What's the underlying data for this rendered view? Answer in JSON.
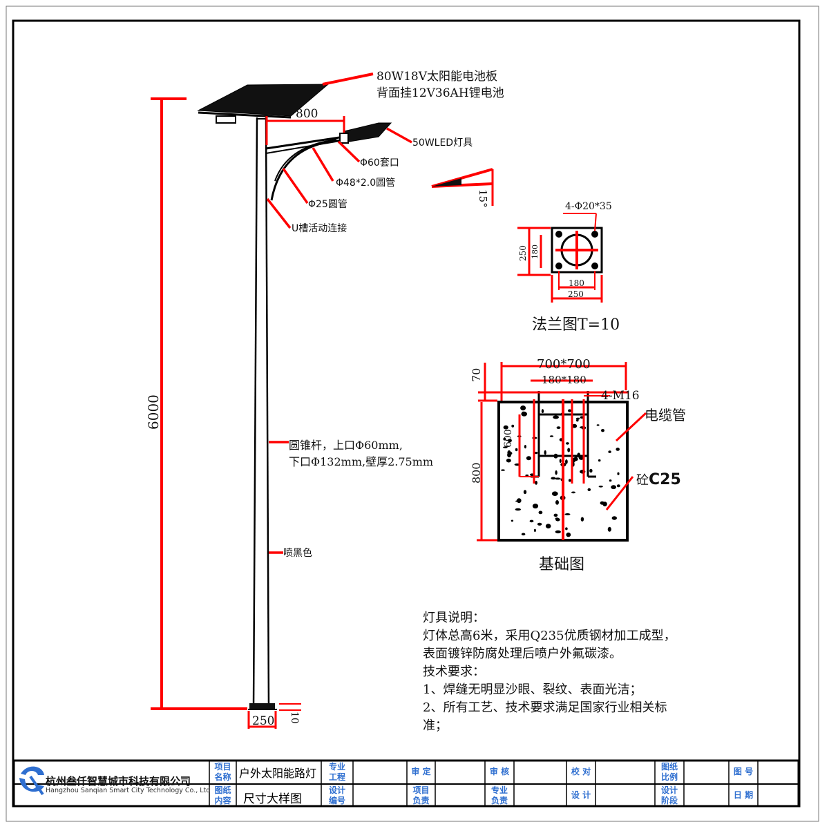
{
  "callouts": {
    "solar_panel_line1": "80W18V太阳能电池板",
    "solar_panel_line2": "背面挂12V36AH锂电池",
    "arm_length": "800",
    "led_fixture": "50WLED灯具",
    "socket": "Φ60套口",
    "round_tube": "Φ48*2.0圆管",
    "small_tube": "Φ25圆管",
    "u_connector": "U槽活动连接",
    "tilt_angle": "15°",
    "pole_line1": "圆锥杆，上口Φ60mm,",
    "pole_line2": "下口Φ132mm,壁厚2.75mm",
    "paint": "喷黑色",
    "pole_height": "6000",
    "base_width": "250",
    "base_thickness": "10"
  },
  "flange": {
    "holes": "4-Φ20*35",
    "outer": "250",
    "inner": "180",
    "caption": "法兰图T=10"
  },
  "foundation": {
    "size_outer": "700*700",
    "size_inner": "180*180",
    "bolts": "4-M16",
    "cable": "电缆管",
    "concrete_prefix": "砼",
    "concrete_grade": "C25",
    "height_total": "800",
    "height_bolt": "600",
    "top_offset": "70",
    "caption": "基础图"
  },
  "notes": {
    "heading": "灯具说明：",
    "line1": "灯体总高6米，采用Q235优质钢材加工成型，",
    "line2": "表面镀锌防腐处理后喷户外氟碳漆。",
    "heading2": "技术要求：",
    "item1": "1、焊缝无明显沙眼、裂纹、表面光洁；",
    "item2a": "2、所有工艺、技术要求满足国家行业相关标",
    "item2b": "准；"
  },
  "title_block": {
    "company_cn": "杭州叁仟智慧城市科技有限公司",
    "company_en": "Hangzhou Sanqian Smart City Technology Co., Ltd",
    "project_name_label": "项目\n名称",
    "project_name": "户外太阳能路灯",
    "drawing_content_label": "图纸\n内容",
    "drawing_content": "尺寸大样图",
    "specialty_label": "专业\n工程",
    "design_no_label": "设计\n编号",
    "review_label": "审 定",
    "project_lead_label": "项目\n负责",
    "check_label": "审 核",
    "specialty_lead_label": "专业\n负责",
    "proof_label": "校 对",
    "design_label": "设 计",
    "scale_label": "图纸\n比例",
    "stage_label": "设计\n阶段",
    "drawing_no_label": "图 号",
    "date_label": "日 期"
  },
  "colors": {
    "dimension": "#ff0000",
    "label": "#2f6fd0",
    "line": "#000000"
  }
}
